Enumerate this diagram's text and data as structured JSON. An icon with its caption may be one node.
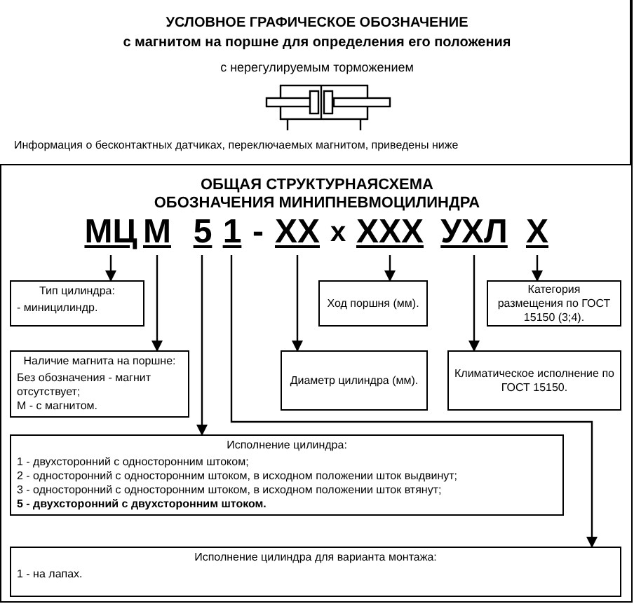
{
  "diagram": {
    "nodes": [
      {
        "text": [
          "МЦ"
        ]
      },
      {
        "text": [
          "М"
        ]
      },
      {
        "text": [
          "5"
        ]
      },
      {
        "text": [
          "1"
        ]
      },
      {
        "text": [
          "XX"
        ]
      },
      {
        "text": [
          "XXX"
        ]
      },
      {
        "text": [
          "УХЛ"
        ]
      },
      {
        "text": [
          "X"
        ]
      },
      {
        "text": [
          "Тип цилиндра:",
          "- миницилиндр."
        ]
      },
      {
        "text": [
          "Ход поршня (мм)."
        ]
      },
      {
        "text": [
          "Категория размещения по ГОСТ 15150 (3;4)."
        ]
      },
      {
        "text": [
          "Наличие магнита на поршне:",
          "Без обозначения - магнит отсутствует;",
          "М - с магнитом."
        ]
      },
      {
        "text": [
          "Диаметр цилиндра (мм)."
        ]
      },
      {
        "text": [
          "Климатическое исполнение по ГОСТ 15150."
        ]
      },
      {
        "text": [
          "Исполнение цилиндра:",
          "1 - двухсторонний с односторонним штоком;",
          "2 - односторонний с односторонним штоком, в исходном положении шток выдвинут;",
          "3 - односторонний с односторонним штоком, в исходном положении шток втянут;",
          "5 - двухсторонний с двухсторонним штоком."
        ]
      },
      {
        "text": [
          "Исполнение цилиндра для варианта монтажа:",
          "1 - на лапах."
        ]
      }
    ],
    "edges": [
      {
        "from": 0,
        "to": 8,
        "arrow": "to"
      },
      {
        "from": 1,
        "to": 11,
        "arrow": "to"
      },
      {
        "from": 2,
        "to": 14,
        "arrow": "to"
      },
      {
        "from": 3,
        "to": 15,
        "arrow": "to"
      },
      {
        "from": 4,
        "to": 12,
        "arrow": "to"
      },
      {
        "from": 5,
        "to": 9,
        "arrow": "to"
      },
      {
        "from": 6,
        "to": 13,
        "arrow": "to"
      },
      {
        "from": 7,
        "to": 10,
        "arrow": "to"
      }
    ],
    "labels": [
      "УСЛОВНОЕ ГРАФИЧЕСКОЕ ОБОЗНАЧЕНИЕ",
      "с магнитом на поршне для определения его положения",
      "с нерегулируемым торможением",
      "Информация о бесконтактных датчиках, переключаемых магнитом, приведены ниже",
      "ОБЩАЯ СТРУКТУРНАЯСХЕМА ОБОЗНАЧЕНИЯ МИНИПНЕВМОЦИЛИНДРА",
      "-",
      "x"
    ]
  }
}
